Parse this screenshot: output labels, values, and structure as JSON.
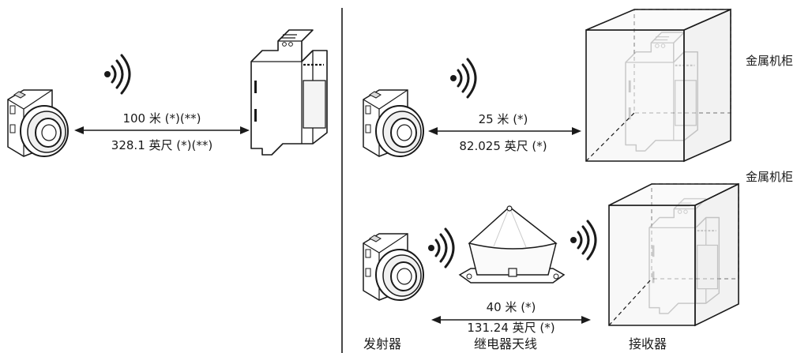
{
  "colors": {
    "line": "#1a1a1a",
    "device_fill": "#ffffff",
    "box_fill": "#f2f2f2",
    "shade": "#d9d9d9"
  },
  "scenarios": [
    {
      "distance_m": "100 米 (*)(**)",
      "distance_ft": "328.1 英尺 (*)(**)"
    },
    {
      "distance_m": "25 米 (*)",
      "distance_ft": "82.025 英尺 (*)",
      "enclosure_label": "金属机柜"
    },
    {
      "distance_m": "40 米 (*)",
      "distance_ft": "131.24 英尺 (*)",
      "enclosure_label": "金属机柜"
    }
  ],
  "captions": {
    "transmitter": "发射器",
    "relay_antenna": "继电器天线",
    "receiver": "接收器"
  },
  "icons": [
    "pushbutton-transmitter-icon",
    "din-rail-receiver-icon",
    "wireless-signal-icon",
    "relay-antenna-icon",
    "metal-cabinet-icon"
  ]
}
